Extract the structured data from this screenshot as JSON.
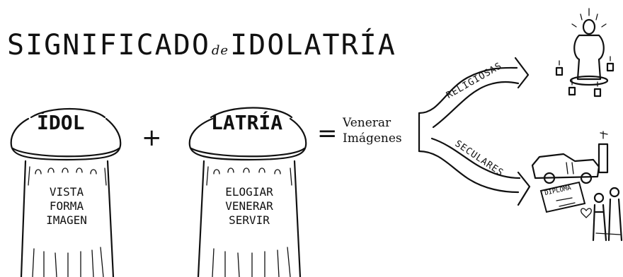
{
  "title": {
    "word1": "SIGNIFICADO",
    "connector": "de",
    "word2": "IDOLATRÍA"
  },
  "columns": [
    {
      "cap": "ÍDOL",
      "meanings": [
        "VISTA",
        "FORMA",
        "IMAGEN"
      ]
    },
    {
      "cap": "LATRÍA",
      "meanings": [
        "ELOGIAR",
        "VENERAR",
        "SERVIR"
      ]
    }
  ],
  "operators": {
    "plus": "+",
    "equals": "="
  },
  "result": {
    "line1": "Venerar",
    "line2": "Imágenes"
  },
  "branches": {
    "upper": "RELIGIOSAS",
    "lower": "SECULARES"
  },
  "illustrations": {
    "diploma_text": "DIPLOMA"
  },
  "icons": [
    "statue-icon",
    "candle-icon",
    "car-icon",
    "diploma-icon",
    "people-icon",
    "heart-icon"
  ]
}
